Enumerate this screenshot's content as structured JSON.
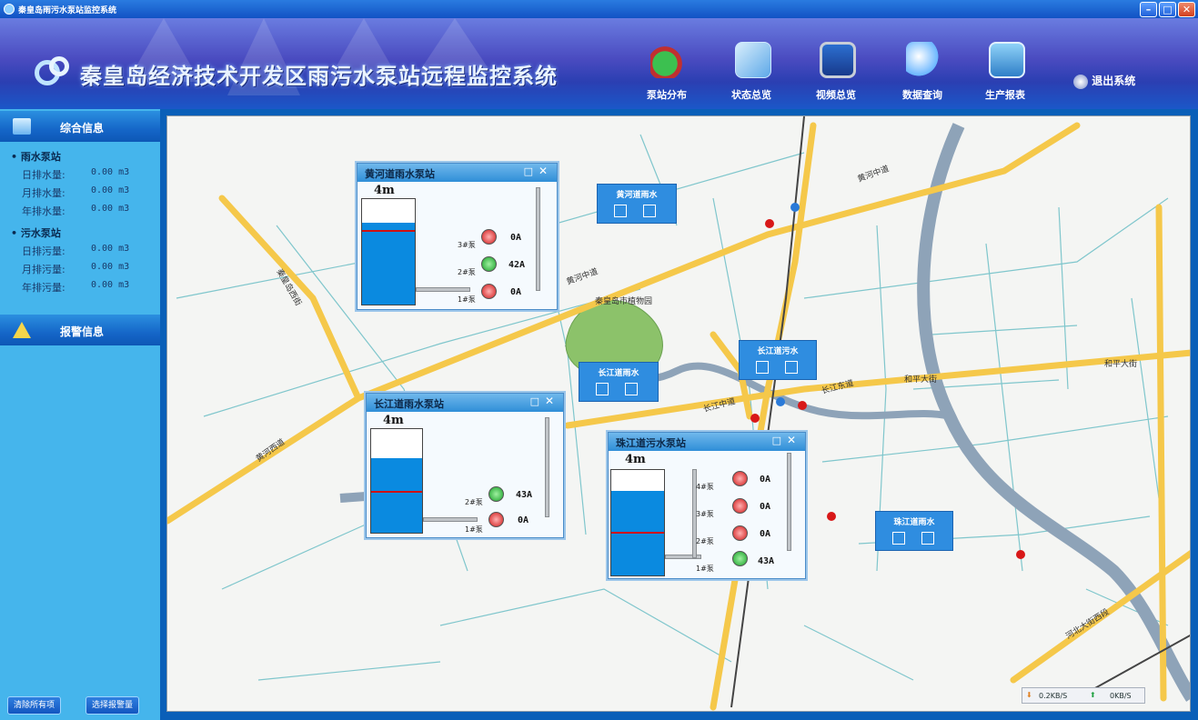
{
  "window": {
    "title": "秦皇岛雨污水泵站监控系统"
  },
  "header": {
    "system_title": "秦皇岛经济技术开发区雨污水泵站远程监控系统",
    "nav": [
      {
        "label": "泵站分布",
        "icon": "pie-chart-icon"
      },
      {
        "label": "状态总览",
        "icon": "building-icon"
      },
      {
        "label": "视频总览",
        "icon": "monitor-icon"
      },
      {
        "label": "数据查询",
        "icon": "search-globe-icon"
      },
      {
        "label": "生产报表",
        "icon": "report-chart-icon"
      }
    ],
    "logout_label": "退出系统"
  },
  "sidebar": {
    "summary_title": "综合信息",
    "rain": {
      "title": "• 雨水泵站",
      "rows": [
        {
          "label": "日排水量:",
          "value": "0.00 m3"
        },
        {
          "label": "月排水量:",
          "value": "0.00 m3"
        },
        {
          "label": "年排水量:",
          "value": "0.00 m3"
        }
      ]
    },
    "sewage": {
      "title": "• 污水泵站",
      "rows": [
        {
          "label": "日排污量:",
          "value": "0.00 m3"
        },
        {
          "label": "月排污量:",
          "value": "0.00 m3"
        },
        {
          "label": "年排污量:",
          "value": "0.00 m3"
        }
      ]
    },
    "alarm_title": "报警信息",
    "clear_all_label": "清除所有项",
    "select_alarm_label": "选择报警量"
  },
  "stations": [
    {
      "title": "黄河道雨水泵站",
      "depth": "4m",
      "water_level": 0.78,
      "pumps": [
        {
          "label": "3#泵",
          "current": "0A",
          "state": "off"
        },
        {
          "label": "2#泵",
          "current": "42A",
          "state": "on"
        },
        {
          "label": "1#泵",
          "current": "0A",
          "state": "off"
        }
      ]
    },
    {
      "title": "长江道雨水泵站",
      "depth": "4m",
      "water_level": 0.72,
      "pumps": [
        {
          "label": "2#泵",
          "current": "43A",
          "state": "on"
        },
        {
          "label": "1#泵",
          "current": "0A",
          "state": "off"
        }
      ]
    },
    {
      "title": "珠江道污水泵站",
      "depth": "4m",
      "water_level": 0.8,
      "pumps": [
        {
          "label": "4#泵",
          "current": "0A",
          "state": "off"
        },
        {
          "label": "3#泵",
          "current": "0A",
          "state": "off"
        },
        {
          "label": "2#泵",
          "current": "0A",
          "state": "off"
        },
        {
          "label": "1#泵",
          "current": "43A",
          "state": "on"
        }
      ]
    }
  ],
  "mini_panels": [
    {
      "label": "黄河道雨水"
    },
    {
      "label": "长江道雨水"
    },
    {
      "label": "长江道污水"
    },
    {
      "label": "珠江道雨水"
    }
  ],
  "map_labels": {
    "roads": [
      "黄河中道",
      "黄河中道",
      "黄河西道",
      "长江中道",
      "长江东道",
      "和平大街",
      "和平大街",
      "河北大街西段",
      "秦皇岛西街"
    ],
    "park": "秦皇岛市植物园"
  },
  "netstat": {
    "down": "0.2KB/S",
    "up": "0KB/S"
  },
  "colors": {
    "road": "#f5c84a",
    "river": "#8ea3b8",
    "park": "#8cc26a",
    "on": "#18a028",
    "off": "#d01818"
  }
}
